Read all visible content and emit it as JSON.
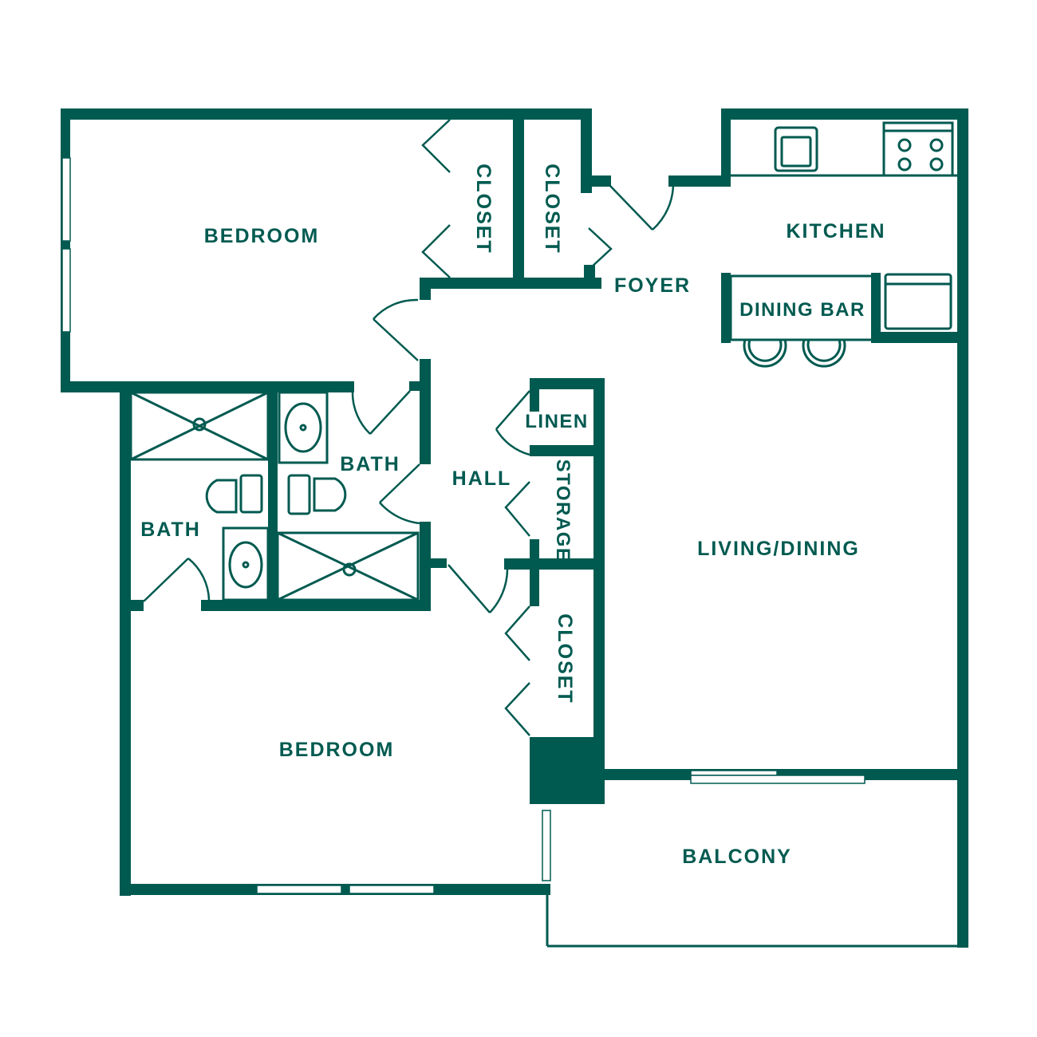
{
  "colors": {
    "wall": "#005a50",
    "background": "#ffffff"
  },
  "rooms": {
    "bedroom_1": "BEDROOM",
    "closet_1": "CLOSET",
    "closet_2": "CLOSET",
    "foyer": "FOYER",
    "kitchen": "KITCHEN",
    "dining_bar": "DINING BAR",
    "bath_1": "BATH",
    "bath_2": "BATH",
    "hall": "HALL",
    "linen": "LINEN",
    "storage": "STORAGE",
    "living_dining": "LIVING/DINING",
    "closet_3": "CLOSET",
    "bedroom_2": "BEDROOM",
    "balcony": "BALCONY"
  }
}
